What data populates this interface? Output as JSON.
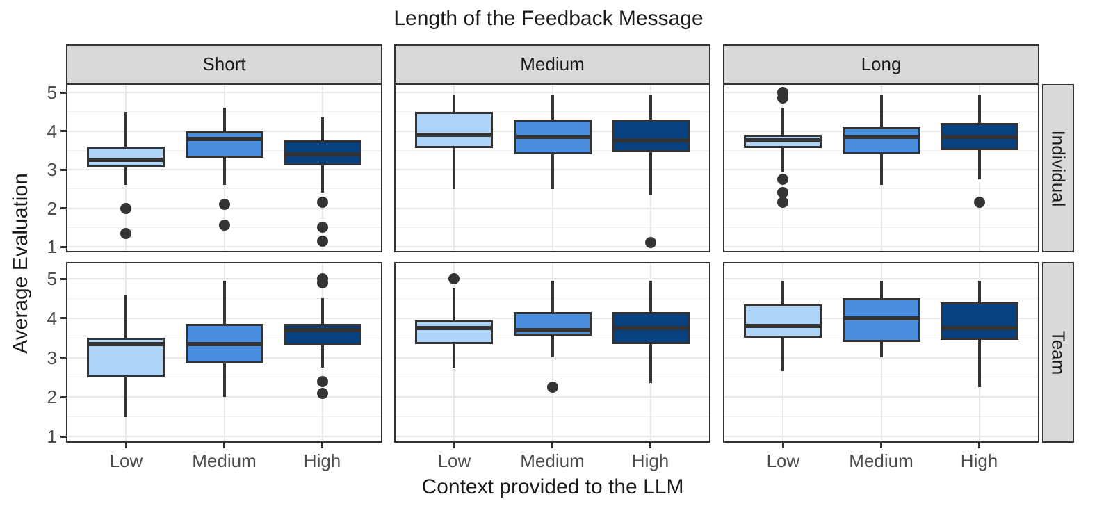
{
  "title": {
    "text": "Length of the Feedback Message"
  },
  "axes": {
    "y_title": "Average Evaluation",
    "x_title": "Context provided to the LLM",
    "y_tick_labels": [
      "5",
      "4",
      "3",
      "2",
      "1"
    ],
    "y_tick_values": [
      5,
      4,
      3,
      2,
      1
    ],
    "x_categories": [
      "Low",
      "Medium",
      "High"
    ]
  },
  "colors": {
    "box_fill_by_context": {
      "Low": "#AED4FA",
      "Medium": "#4A8EE0",
      "High": "#08417F"
    },
    "stroke": "#333333",
    "strip_background": "#d9d9d9",
    "grid_major": "#e8e8e8",
    "grid_minor": "#f2f2f2",
    "tick_label": "#4d4d4d",
    "title_text": "#1a1a1a",
    "panel_background": "#ffffff"
  },
  "chart_data": {
    "type": "boxplot",
    "title": "Length of the Feedback Message",
    "xlabel": "Context provided to the LLM",
    "ylabel": "Average Evaluation",
    "ylim": [
      1,
      5
    ],
    "y_major_gridlines": [
      1,
      2,
      3,
      4,
      5
    ],
    "y_minor_gridlines": [
      1.5,
      2.5,
      3.5,
      4.5
    ],
    "facet_columns": [
      "Short",
      "Medium",
      "Long"
    ],
    "facet_rows": [
      "Individual",
      "Team"
    ],
    "x_categories": [
      "Low",
      "Medium",
      "High"
    ],
    "facets": [
      {
        "row": "Individual",
        "col": "Short",
        "boxes": [
          {
            "x": "Low",
            "whisker_low": 2.6,
            "q1": 3.05,
            "median": 3.25,
            "q3": 3.6,
            "whisker_high": 4.5,
            "outliers": [
              2.0,
              1.35
            ]
          },
          {
            "x": "Medium",
            "whisker_low": 2.6,
            "q1": 3.3,
            "median": 3.8,
            "q3": 4.0,
            "whisker_high": 4.6,
            "outliers": [
              2.1,
              1.55
            ]
          },
          {
            "x": "High",
            "whisker_low": 2.4,
            "q1": 3.1,
            "median": 3.4,
            "q3": 3.75,
            "whisker_high": 4.35,
            "outliers": [
              2.15,
              1.5,
              1.15
            ]
          }
        ]
      },
      {
        "row": "Individual",
        "col": "Medium",
        "boxes": [
          {
            "x": "Low",
            "whisker_low": 2.5,
            "q1": 3.55,
            "median": 3.9,
            "q3": 4.5,
            "whisker_high": 4.95,
            "outliers": []
          },
          {
            "x": "Medium",
            "whisker_low": 2.5,
            "q1": 3.4,
            "median": 3.85,
            "q3": 4.3,
            "whisker_high": 4.95,
            "outliers": []
          },
          {
            "x": "High",
            "whisker_low": 2.35,
            "q1": 3.45,
            "median": 3.75,
            "q3": 4.3,
            "whisker_high": 4.95,
            "outliers": [
              1.1
            ]
          }
        ]
      },
      {
        "row": "Individual",
        "col": "Long",
        "boxes": [
          {
            "x": "Low",
            "whisker_low": 2.95,
            "q1": 3.55,
            "median": 3.75,
            "q3": 3.9,
            "whisker_high": 4.6,
            "outliers": [
              5.0,
              4.85,
              2.75,
              2.4,
              2.15
            ]
          },
          {
            "x": "Medium",
            "whisker_low": 2.6,
            "q1": 3.4,
            "median": 3.85,
            "q3": 4.1,
            "whisker_high": 4.95,
            "outliers": []
          },
          {
            "x": "High",
            "whisker_low": 2.75,
            "q1": 3.5,
            "median": 3.85,
            "q3": 4.2,
            "whisker_high": 4.95,
            "outliers": [
              2.15
            ]
          }
        ]
      },
      {
        "row": "Team",
        "col": "Short",
        "boxes": [
          {
            "x": "Low",
            "whisker_low": 1.5,
            "q1": 2.5,
            "median": 3.35,
            "q3": 3.5,
            "whisker_high": 4.6,
            "outliers": []
          },
          {
            "x": "Medium",
            "whisker_low": 2.0,
            "q1": 2.85,
            "median": 3.35,
            "q3": 3.85,
            "whisker_high": 4.95,
            "outliers": []
          },
          {
            "x": "High",
            "whisker_low": 2.75,
            "q1": 3.3,
            "median": 3.7,
            "q3": 3.85,
            "whisker_high": 4.5,
            "outliers": [
              5.0,
              4.9,
              2.4,
              2.1
            ]
          }
        ]
      },
      {
        "row": "Team",
        "col": "Medium",
        "boxes": [
          {
            "x": "Low",
            "whisker_low": 2.75,
            "q1": 3.35,
            "median": 3.75,
            "q3": 3.95,
            "whisker_high": 4.75,
            "outliers": [
              5.0
            ]
          },
          {
            "x": "Medium",
            "whisker_low": 3.0,
            "q1": 3.55,
            "median": 3.7,
            "q3": 4.15,
            "whisker_high": 4.95,
            "outliers": [
              2.25
            ]
          },
          {
            "x": "High",
            "whisker_low": 2.35,
            "q1": 3.35,
            "median": 3.75,
            "q3": 4.15,
            "whisker_high": 4.95,
            "outliers": []
          }
        ]
      },
      {
        "row": "Team",
        "col": "Long",
        "boxes": [
          {
            "x": "Low",
            "whisker_low": 2.65,
            "q1": 3.5,
            "median": 3.8,
            "q3": 4.35,
            "whisker_high": 4.95,
            "outliers": []
          },
          {
            "x": "Medium",
            "whisker_low": 3.0,
            "q1": 3.4,
            "median": 4.0,
            "q3": 4.5,
            "whisker_high": 4.95,
            "outliers": []
          },
          {
            "x": "High",
            "whisker_low": 2.25,
            "q1": 3.45,
            "median": 3.75,
            "q3": 4.4,
            "whisker_high": 4.95,
            "outliers": []
          }
        ]
      }
    ]
  }
}
